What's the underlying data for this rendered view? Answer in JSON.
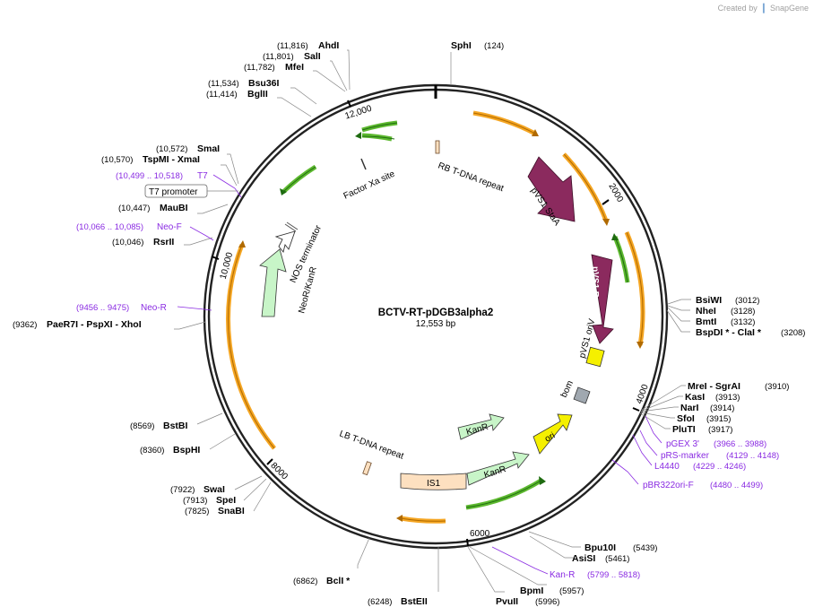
{
  "credit": {
    "prefix": "Created by",
    "brand": "SnapGene"
  },
  "plasmid": {
    "name": "BCTV-RT-pDGB3alpha2",
    "size": "12,553 bp"
  },
  "ticks": [
    "2000",
    "4000",
    "6000",
    "8000",
    "10,000",
    "12,000"
  ],
  "sites": [
    {
      "name": "SphI",
      "pos": "(124)"
    },
    {
      "name": "AhdI",
      "pos": "(11,816)"
    },
    {
      "name": "SalI",
      "pos": "(11,801)"
    },
    {
      "name": "MfeI",
      "pos": "(11,782)"
    },
    {
      "name": "Bsu36I",
      "pos": "(11,534)"
    },
    {
      "name": "BglII",
      "pos": "(11,414)"
    },
    {
      "name": "SmaI",
      "pos": "(10,572)"
    },
    {
      "name": "TspMI  - XmaI",
      "pos": "(10,570)"
    },
    {
      "name": "MauBI",
      "pos": "(10,447)"
    },
    {
      "name": "RsrII",
      "pos": "(10,046)"
    },
    {
      "name": "PaeR7I   - PspXI   - XhoI",
      "pos": "(9362)"
    },
    {
      "name": "BstBI",
      "pos": "(8569)"
    },
    {
      "name": "BspHI",
      "pos": "(8360)"
    },
    {
      "name": "SwaI",
      "pos": "(7922)"
    },
    {
      "name": "SpeI",
      "pos": "(7913)"
    },
    {
      "name": "SnaBI",
      "pos": "(7825)"
    },
    {
      "name": "BclI *",
      "pos": "(6862)"
    },
    {
      "name": "BstEII",
      "pos": "(6248)"
    },
    {
      "name": "PvuII",
      "pos": "(5996)"
    },
    {
      "name": "BpmI",
      "pos": "(5957)"
    },
    {
      "name": "AsiSI",
      "pos": "(5461)"
    },
    {
      "name": "Bpu10I",
      "pos": "(5439)"
    },
    {
      "name": "BsiWI",
      "pos": "(3012)"
    },
    {
      "name": "NheI",
      "pos": "(3128)"
    },
    {
      "name": "BmtI",
      "pos": "(3132)"
    },
    {
      "name": "BspDI *  - ClaI *",
      "pos": "(3208)"
    },
    {
      "name": "MreI   - SgrAI",
      "pos": "(3910)"
    },
    {
      "name": "KasI",
      "pos": "(3913)"
    },
    {
      "name": "NarI",
      "pos": "(3914)"
    },
    {
      "name": "SfoI",
      "pos": "(3915)"
    },
    {
      "name": "PluTI",
      "pos": "(3917)"
    }
  ],
  "primers": [
    {
      "name": "T7",
      "pos": "(10,499 .. 10,518)"
    },
    {
      "name": "Neo-F",
      "pos": "(10,066 .. 10,085)"
    },
    {
      "name": "Neo-R",
      "pos": "(9456 .. 9475)"
    },
    {
      "name": "pGEX 3'",
      "pos": "(3966 .. 3988)"
    },
    {
      "name": "pRS-marker",
      "pos": "(4129 .. 4148)"
    },
    {
      "name": "L4440",
      "pos": "(4229 .. 4246)"
    },
    {
      "name": "pBR322ori-F",
      "pos": "(4480 .. 4499)"
    },
    {
      "name": "Kan-R",
      "pos": "(5799 .. 5818)"
    }
  ],
  "promoter_box": "T7 promoter",
  "features": {
    "rb": "RB T-DNA repeat",
    "stab": "pVS1 StaA",
    "repa": "pVS1 RepA",
    "oriv": "pVS1 oriV",
    "bom": "bom",
    "ori": "ori",
    "kanr_inner": "KanR",
    "kanr_outer": "KanR",
    "is1": "IS1",
    "lb": "LB T-DNA repeat",
    "neo": "NeoR/KanR",
    "nos": "NOS terminator",
    "factorxa": "Factor Xa site"
  },
  "colors": {
    "orange": "#f5a623",
    "green": "#5cb82e",
    "purple": "#8b2a5e",
    "yellow": "#f5f000",
    "lightgreen": "#c8f5c8",
    "peach": "#fde0c0",
    "primer": "#8a2be2"
  }
}
